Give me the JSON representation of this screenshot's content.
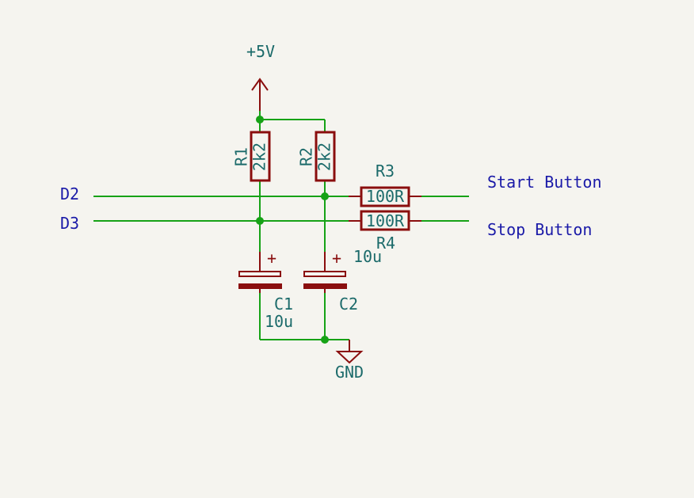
{
  "power": {
    "vcc_label": "+5V",
    "gnd_label": "GND"
  },
  "nets": {
    "d2": "D2",
    "d3": "D3",
    "start_button": "Start Button",
    "stop_button": "Stop Button"
  },
  "components": {
    "r1": {
      "ref": "R1",
      "value": "2k2"
    },
    "r2": {
      "ref": "R2",
      "value": "2k2"
    },
    "r3": {
      "ref": "R3",
      "value": "100R"
    },
    "r4": {
      "ref": "R4",
      "value": "100R"
    },
    "c1": {
      "ref": "C1",
      "value": "10u",
      "polarity": "+"
    },
    "c2": {
      "ref": "C2",
      "value": "10u",
      "polarity": "+"
    }
  },
  "colors": {
    "wire": "#16a216",
    "component": "#8a0e0e",
    "reference": "#1b6a6a",
    "net_label": "#1a1aa8",
    "background": "#f5f4ef"
  }
}
